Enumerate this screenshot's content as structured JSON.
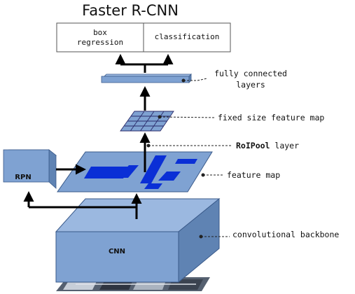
{
  "title": "Faster R-CNN",
  "outputs": {
    "box_regression_line1": "box",
    "box_regression_line2": "regression",
    "classification": "classification"
  },
  "labels": {
    "fc_line1": "fully connected",
    "fc_line2": "layers",
    "fixed_map": "fixed size feature map",
    "roipool_bold": "RoIPool",
    "roipool_rest": " layer",
    "feature_map": "feature map",
    "backbone": "convolutional backbone"
  },
  "nodes": {
    "rpn": "RPN",
    "cnn": "CNN"
  },
  "colors": {
    "block_face": "#7fa2d2",
    "block_top": "#9bb8e0",
    "block_side": "#5f83b3",
    "region": "#0a2fd6",
    "arrow": "#000000"
  }
}
